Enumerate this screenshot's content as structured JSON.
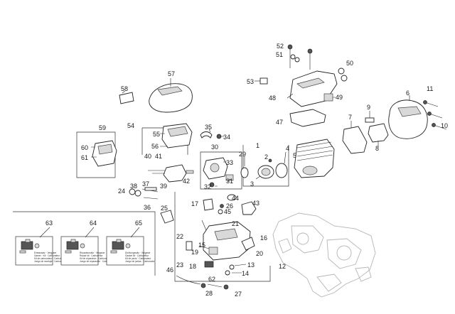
{
  "callouts": [
    "1",
    "2",
    "3",
    "4",
    "5",
    "6",
    "7",
    "8",
    "9",
    "10",
    "11",
    "12",
    "13",
    "14",
    "15",
    "16",
    "17",
    "18",
    "19",
    "20",
    "21",
    "22",
    "23",
    "24",
    "25",
    "26",
    "27",
    "28",
    "29",
    "30",
    "31",
    "32",
    "33",
    "34",
    "35",
    "36",
    "37",
    "38",
    "39",
    "40",
    "41",
    "42",
    "43",
    "44",
    "45",
    "46",
    "47",
    "48",
    "49",
    "50",
    "51",
    "52",
    "53",
    "54",
    "55",
    "56",
    "57",
    "58",
    "59",
    "60",
    "61",
    "62",
    "63",
    "64",
    "65"
  ],
  "kits": [
    {
      "ref": "63",
      "line1": "Einbausatz · Vergaser",
      "line2": "Gamer · Kit · Carburateur",
      "line3": "Kit de carburateur · Carburettor",
      "line4": "Juego de montaje · Carburador"
    },
    {
      "ref": "64",
      "line1": "Reparatursatz · Vergaser",
      "line2": "Repair kit · Carburettor",
      "line3": "Kit de réparation · Carburateur",
      "line4": "Juego de reparación · Carburador"
    },
    {
      "ref": "65",
      "line1": "Dichtungssatz · Vergaser",
      "line2": "Gasket kit · Carburettor",
      "line3": "Kit de joints · Carburateur",
      "line4": "Juego de juntas · Carburador"
    }
  ],
  "colors": {
    "line": "#222222",
    "ghost": "#b5b5b5",
    "fill_gray": "#d9d9d9",
    "background": "#ffffff"
  }
}
